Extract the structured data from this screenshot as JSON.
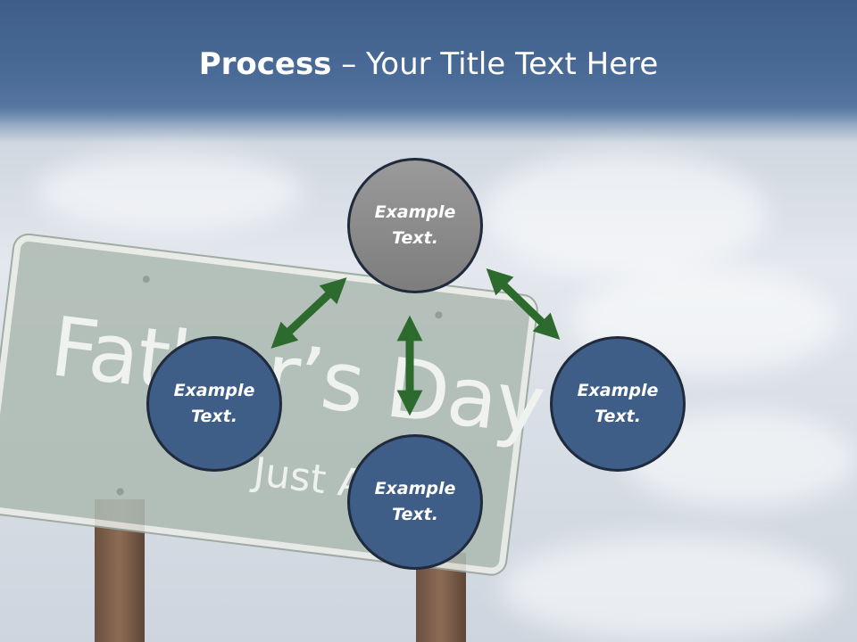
{
  "title": {
    "bold": "Process",
    "rest": " – Your Title Text Here"
  },
  "sign": {
    "main": "Father’s Day",
    "sub": "Just Ahead"
  },
  "nodes": [
    {
      "id": "top",
      "label": "Example Text."
    },
    {
      "id": "left",
      "label": "Example Text."
    },
    {
      "id": "bottom",
      "label": "Example Text."
    },
    {
      "id": "right",
      "label": "Example Text."
    }
  ],
  "colors": {
    "arrow": "#2d6a2d",
    "node_blue": "#3e5d87",
    "node_gray": "#8c8c8c",
    "header": "#4a6b97"
  }
}
